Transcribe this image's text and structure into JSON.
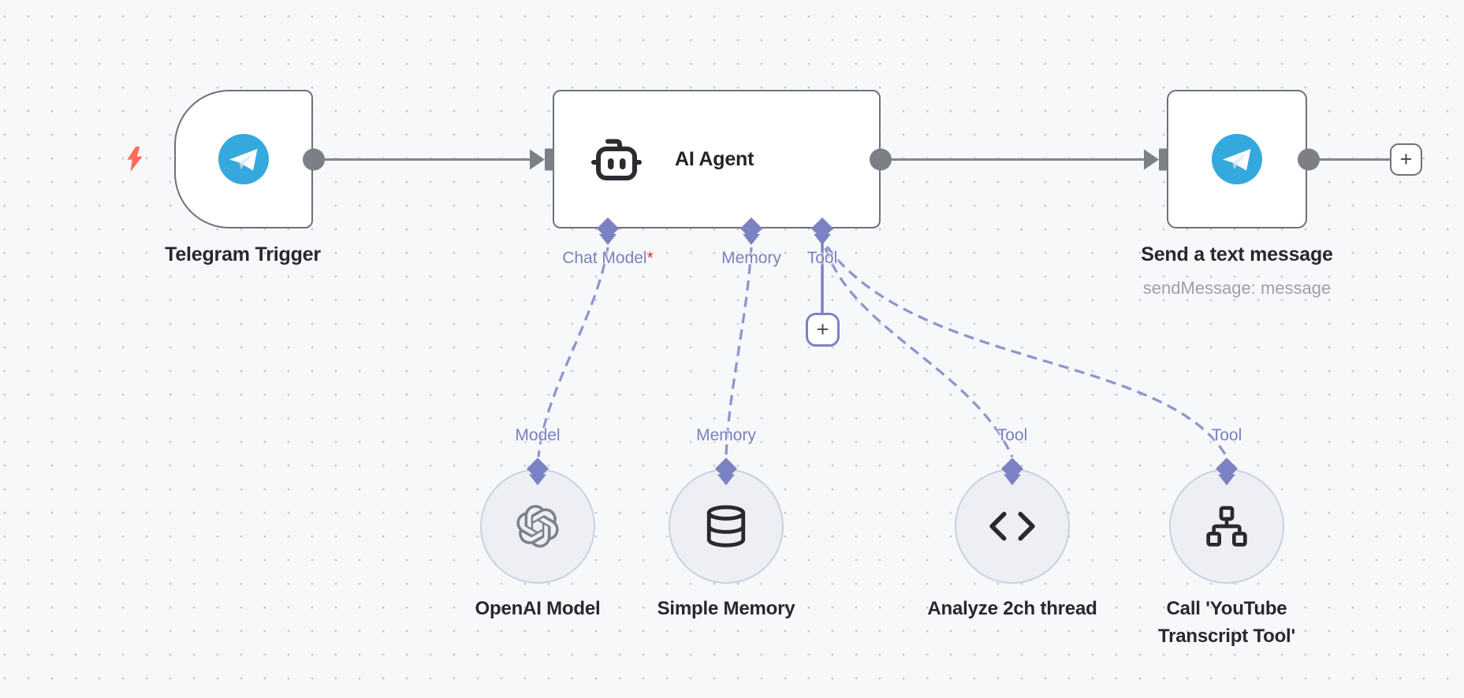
{
  "workflow": {
    "trigger": {
      "name": "Telegram Trigger"
    },
    "agent": {
      "title": "AI Agent",
      "ports": [
        {
          "label": "Chat Model",
          "required_mark": "*"
        },
        {
          "label": "Memory",
          "required_mark": ""
        },
        {
          "label": "Tool",
          "required_mark": ""
        }
      ]
    },
    "send": {
      "name": "Send a text message",
      "subtitle": "sendMessage: message"
    },
    "sub_nodes": [
      {
        "port_label": "Model",
        "name": "OpenAI Model"
      },
      {
        "port_label": "Memory",
        "name": "Simple Memory"
      },
      {
        "port_label": "Tool",
        "name": "Analyze 2ch thread"
      },
      {
        "port_label": "Tool",
        "name": "Call 'YouTube Transcript Tool'"
      }
    ],
    "buttons": {
      "add_next_plus": "+",
      "add_tool_plus": "+"
    }
  },
  "colors": {
    "canvas_bg": "#f7f8fa",
    "node_border": "#6e7179",
    "wire_gray": "#83868d",
    "endpoint_gray": "#7c7f86",
    "ai_purple": "#7b82c3",
    "ai_dash": "#8e94cb",
    "ai_label": "#7a80be",
    "required_red": "#e53030",
    "trigger_bolt": "#ff6e5b",
    "telegram_blue": "#35a9dd",
    "subnode_fill": "#edeff4",
    "subnode_border": "#cbd0de"
  }
}
